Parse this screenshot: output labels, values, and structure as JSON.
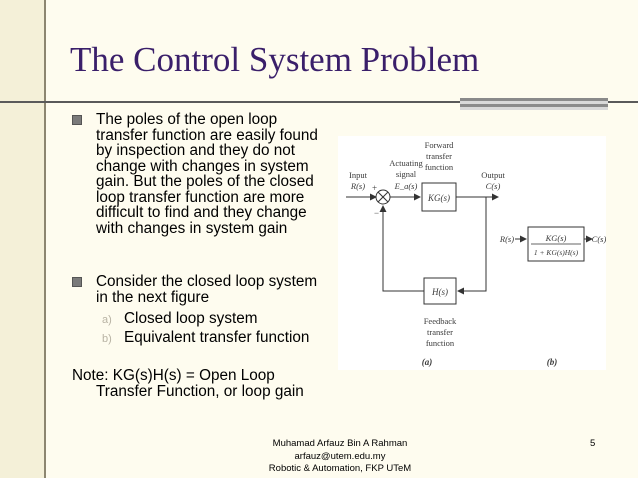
{
  "slide": {
    "title": "The Control System Problem",
    "bullets": [
      {
        "text": "The poles of the open loop transfer function are easily found by inspection and they do not change with changes in system gain. But the poles of the closed loop transfer function are more difficult to find and they change with changes in system gain"
      },
      {
        "text": "Consider the closed loop system in the next figure"
      }
    ],
    "sub_items": [
      {
        "label": "a)",
        "text": "Closed loop system"
      },
      {
        "label": "b)",
        "text": "Equivalent transfer function"
      }
    ],
    "note_line1": "Note: KG(s)H(s) = Open Loop",
    "note_line2": "Transfer Function, or loop gain"
  },
  "diagram": {
    "forward_label": [
      "Forward",
      "transfer",
      "function"
    ],
    "actuating_label": [
      "Actuating",
      "signal",
      "E_a(s)"
    ],
    "input_label": [
      "Input",
      "R(s)"
    ],
    "output_label": [
      "Output",
      "C(s)"
    ],
    "forward_block": "KG(s)",
    "feedback_block": "H(s)",
    "feedback_label": [
      "Feedback",
      "transfer",
      "function"
    ],
    "plus_sign": "+",
    "minus_sign": "−",
    "equiv_input": "R(s)",
    "equiv_output": "C(s)",
    "equiv_numerator": "KG(s)",
    "equiv_denominator": "1 + KG(s)H(s)",
    "caption_a": "(a)",
    "caption_b": "(b)"
  },
  "footer": {
    "lines": [
      "Muhamad Arfauz Bin A Rahman",
      "arfauz@utem.edu.my",
      "Robotic & Automation, FKP UTeM"
    ],
    "page_number": "5"
  },
  "colors": {
    "title": "#3a1f6a",
    "background": "#fefcef",
    "left_strip": "#f4f0d8",
    "bullet_mark": "#7a7a7a"
  }
}
